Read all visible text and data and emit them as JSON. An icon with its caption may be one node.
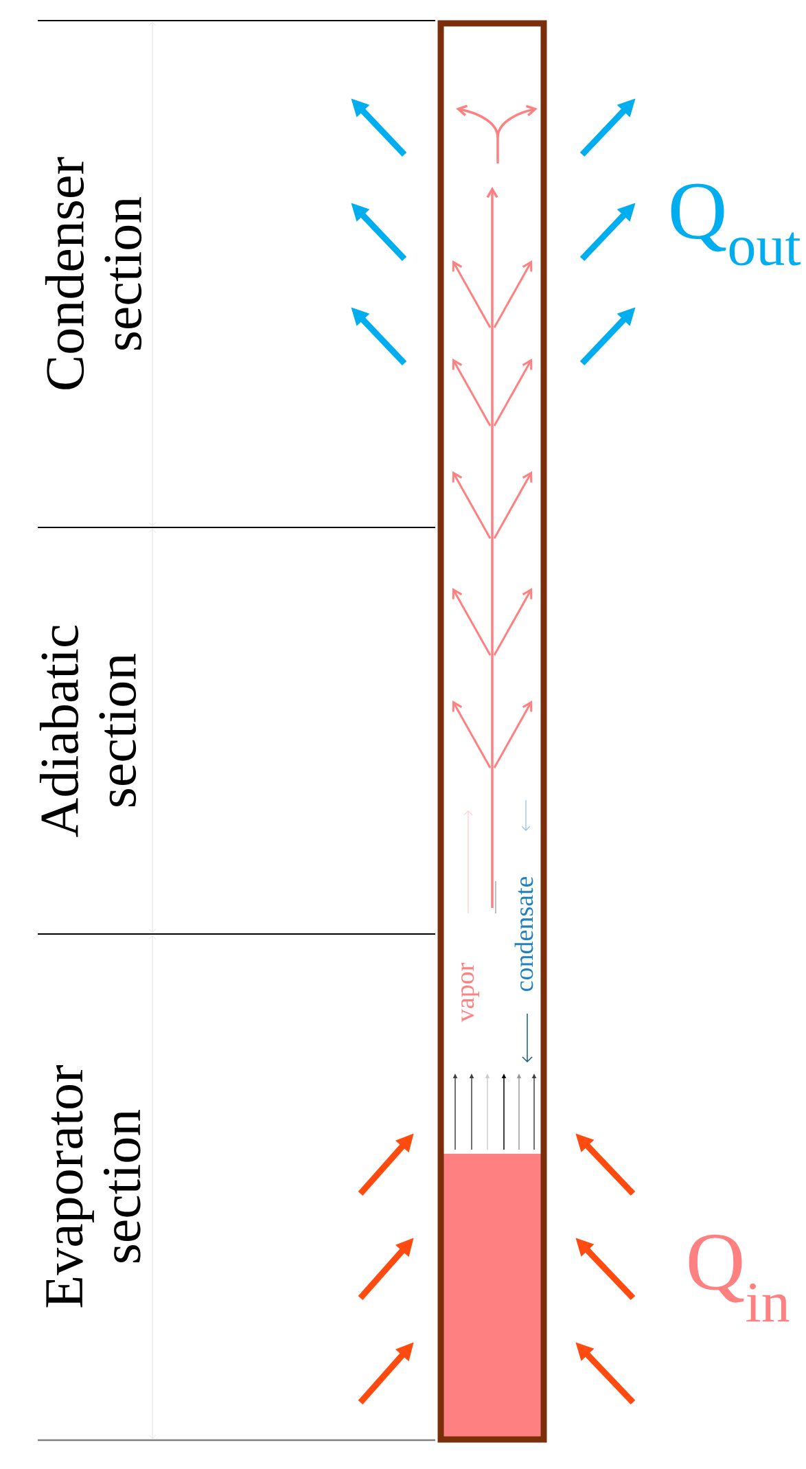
{
  "diagram": {
    "nodes": [
      {
        "text": [
          "vapor",
          "condensate"
        ]
      }
    ],
    "labels": [
      "Condenser section",
      "Adiabatic section",
      "Evaporator section",
      "Q$_{out}$",
      "Q$_{in}$"
    ]
  }
}
